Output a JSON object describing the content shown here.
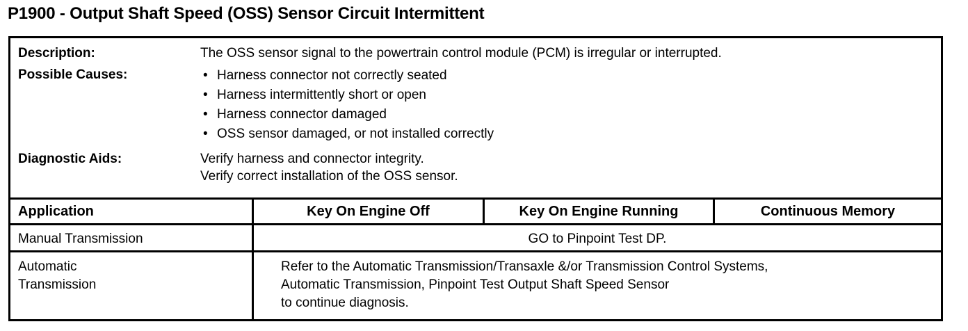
{
  "document": {
    "title": "P1900 - Output Shaft Speed (OSS) Sensor Circuit Intermittent"
  },
  "info": {
    "description": {
      "label": "Description:",
      "text": "The OSS sensor signal to the powertrain control module (PCM) is irregular or interrupted."
    },
    "possible_causes": {
      "label": "Possible Causes:",
      "bullet_glyph": "•",
      "items": [
        "Harness connector not correctly seated",
        "Harness intermittently short or open",
        "Harness connector damaged",
        "OSS sensor damaged, or not installed correctly"
      ]
    },
    "diagnostic_aids": {
      "label": "Diagnostic Aids:",
      "lines": [
        "Verify harness and connector integrity.",
        "Verify correct installation of the OSS sensor."
      ]
    }
  },
  "grid": {
    "headers": {
      "application": "Application",
      "key_on_engine_off": "Key On Engine Off",
      "key_on_engine_running": "Key On Engine Running",
      "continuous_memory": "Continuous Memory"
    },
    "rows": [
      {
        "application": "Manual Transmission",
        "merged_value": "GO to Pinpoint Test DP."
      },
      {
        "application_line_1": "Automatic",
        "application_line_2": "Transmission",
        "merged_line_1": "Refer to the Automatic Transmission/Transaxle &/or Transmission Control Systems,",
        "merged_line_2": "Automatic Transmission, Pinpoint Test Output Shaft Speed Sensor",
        "merged_line_3": "to continue diagnosis."
      }
    ]
  },
  "colors": {
    "ink": "#000000",
    "paper": "#ffffff"
  }
}
